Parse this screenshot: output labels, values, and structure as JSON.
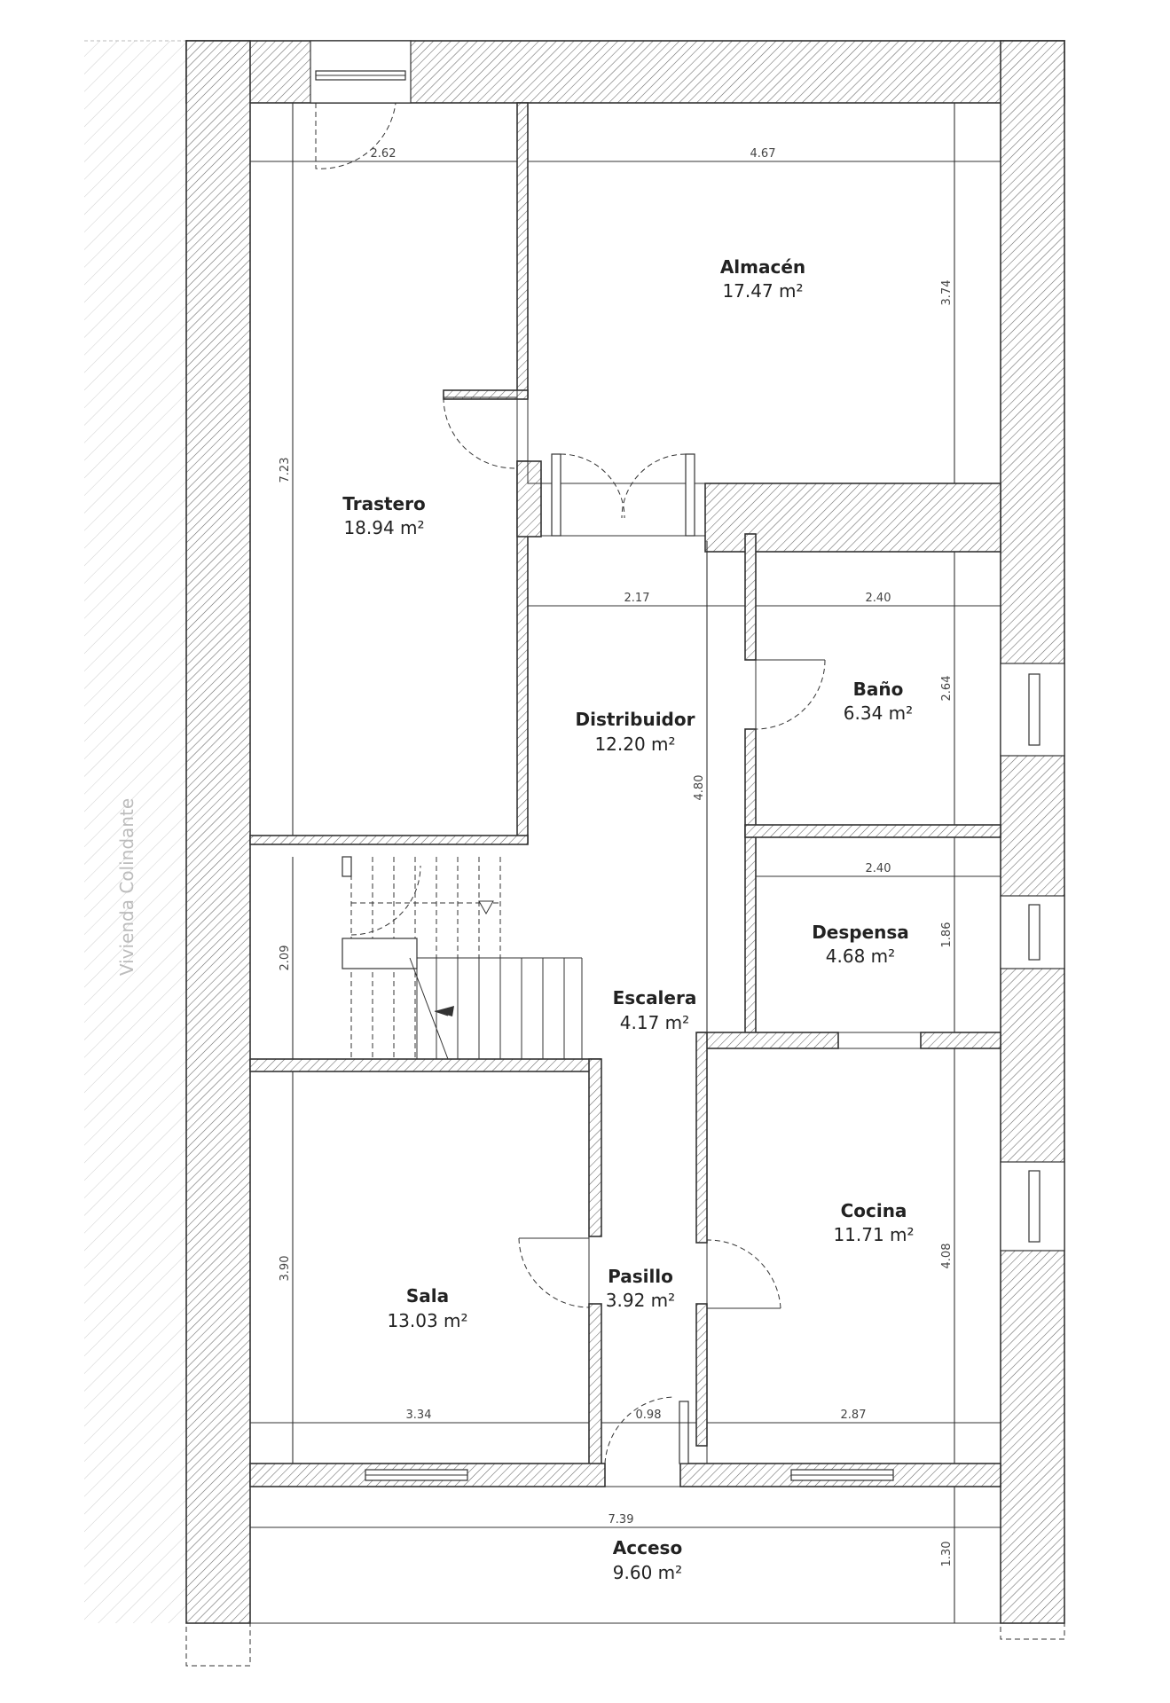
{
  "rooms": {
    "almacen": {
      "name": "Almacén",
      "area": "17.47 m²"
    },
    "trastero": {
      "name": "Trastero",
      "area": "18.94 m²"
    },
    "distribuidor": {
      "name": "Distribuidor",
      "area": "12.20 m²"
    },
    "bano": {
      "name": "Baño",
      "area": "6.34 m²"
    },
    "despensa": {
      "name": "Despensa",
      "area": "4.68 m²"
    },
    "escalera": {
      "name": "Escalera",
      "area": "4.17 m²"
    },
    "cocina": {
      "name": "Cocina",
      "area": "11.71 m²"
    },
    "sala": {
      "name": "Sala",
      "area": "13.03 m²"
    },
    "pasillo": {
      "name": "Pasillo",
      "area": "3.92 m²"
    },
    "acceso": {
      "name": "Acceso",
      "area": "9.60 m²"
    }
  },
  "dimensions": {
    "trastero_width": "2.62",
    "almacen_width": "4.67",
    "almacen_height": "3.74",
    "trastero_height": "7.23",
    "distribuidor_width": "2.17",
    "bano_width": "2.40",
    "bano_height": "2.64",
    "distribuidor_height": "4.80",
    "despensa_width": "2.40",
    "despensa_height": "1.86",
    "escalera_height": "2.09",
    "sala_height": "3.90",
    "cocina_height": "4.08",
    "sala_width": "3.34",
    "pasillo_width": "0.98",
    "cocina_width": "2.87",
    "acceso_width": "7.39",
    "acceso_height": "1.30"
  },
  "neighbor_label": "Vivienda Colindante"
}
